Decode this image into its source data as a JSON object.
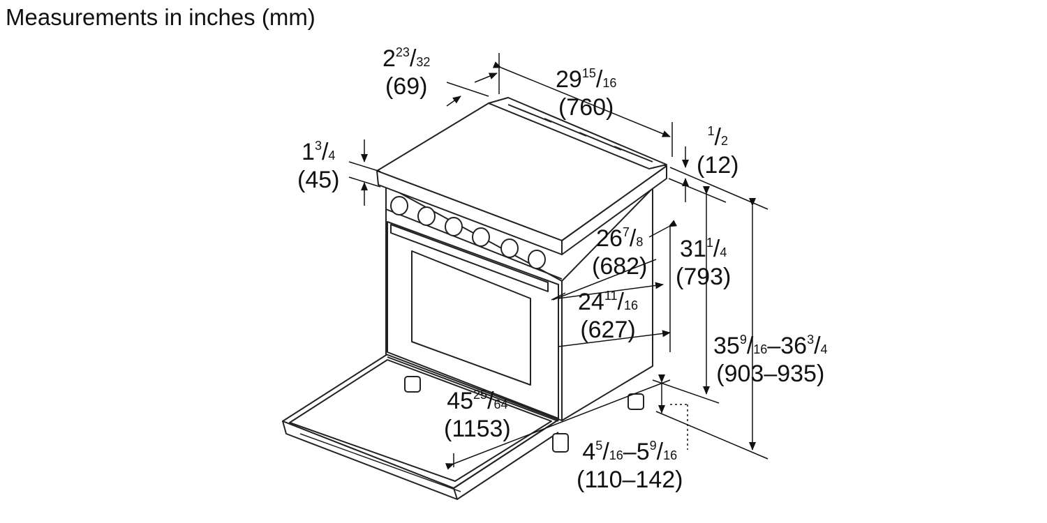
{
  "title": "Measurements in inches (mm)",
  "dimensions": [
    {
      "id": "top-offset",
      "whole": "2",
      "num": "23",
      "den": "32",
      "mm": "(69)"
    },
    {
      "id": "width",
      "whole": "29",
      "num": "15",
      "den": "16",
      "mm": "(760)"
    },
    {
      "id": "half-inch",
      "whole": "",
      "num": "1",
      "den": "2",
      "mm": "(12)"
    },
    {
      "id": "cooktop-thickness",
      "whole": "1",
      "num": "3",
      "den": "4",
      "mm": "(45)"
    },
    {
      "id": "depth-body",
      "whole": "26",
      "num": "7",
      "den": "8",
      "mm": "(682)"
    },
    {
      "id": "body-height",
      "whole": "31",
      "num": "1",
      "den": "4",
      "mm": "(793)"
    },
    {
      "id": "depth-door",
      "whole": "24",
      "num": "11",
      "den": "16",
      "mm": "(627)"
    },
    {
      "id": "total-height",
      "whole": "35",
      "num": "9",
      "den": "16",
      "whole2": "–36",
      "num2": "3",
      "den2": "4",
      "mm": "(903–935)"
    },
    {
      "id": "door-open-depth",
      "whole": "45",
      "num": "25",
      "den": "64",
      "mm": "(1153)"
    },
    {
      "id": "leg-height",
      "whole": "4",
      "num": "5",
      "den": "16",
      "whole2": "–5",
      "num2": "9",
      "den2": "16",
      "mm": "(110–142)"
    }
  ]
}
